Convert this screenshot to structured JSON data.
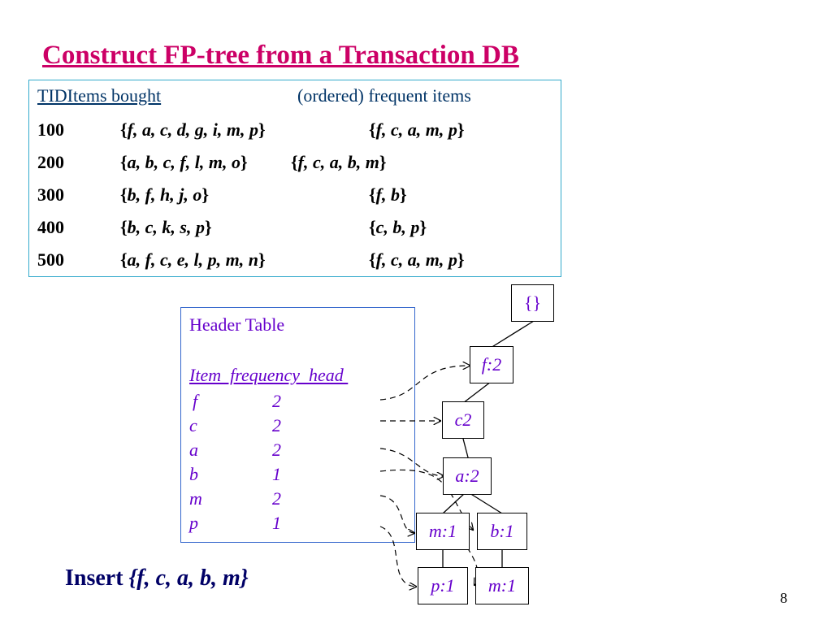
{
  "slide": {
    "title": "Construct FP-tree from a Transaction DB",
    "page_number": "8"
  },
  "transactions": {
    "headers": {
      "col1": "TIDItems bought",
      "col2": "(ordered) frequent items"
    },
    "rows": [
      {
        "tid": "100",
        "items": "f, a, c, d, g, i, m, p",
        "frequent": "f, c, a, m, p"
      },
      {
        "tid": "200",
        "items": "a, b, c, f, l, m, o",
        "frequent": "f, c, a, b, m"
      },
      {
        "tid": "300",
        "items": "b, f, h, j, o",
        "frequent": "f, b"
      },
      {
        "tid": "400",
        "items": "b, c, k, s, p",
        "frequent": "c, b, p"
      },
      {
        "tid": "500",
        "items": "a, f, c, e, l, p, m, n",
        "frequent": "f, c, a, m, p"
      }
    ]
  },
  "header_table": {
    "title": "Header Table",
    "columns": "Item  frequency  head ",
    "rows": [
      {
        "item": "f",
        "frequency": "2"
      },
      {
        "item": "c",
        "frequency": "2"
      },
      {
        "item": "a",
        "frequency": "2"
      },
      {
        "item": "b",
        "frequency": "1"
      },
      {
        "item": "m",
        "frequency": "2"
      },
      {
        "item": "p",
        "frequency": "1"
      }
    ]
  },
  "tree": {
    "root": "{}",
    "nodes": {
      "f": "f:2",
      "c": "c2",
      "a": "a:2",
      "m1": "m:1",
      "b": "b:1",
      "p": "p:1",
      "m2": "m:1"
    }
  },
  "insert": {
    "label": "Insert ",
    "set": "{f, c, a, b, m}"
  },
  "colors": {
    "title": "#cc0066",
    "node_text": "#6600cc",
    "tx_border": "#33aacc",
    "header_border": "#3366cc",
    "insert_text": "#000066"
  }
}
